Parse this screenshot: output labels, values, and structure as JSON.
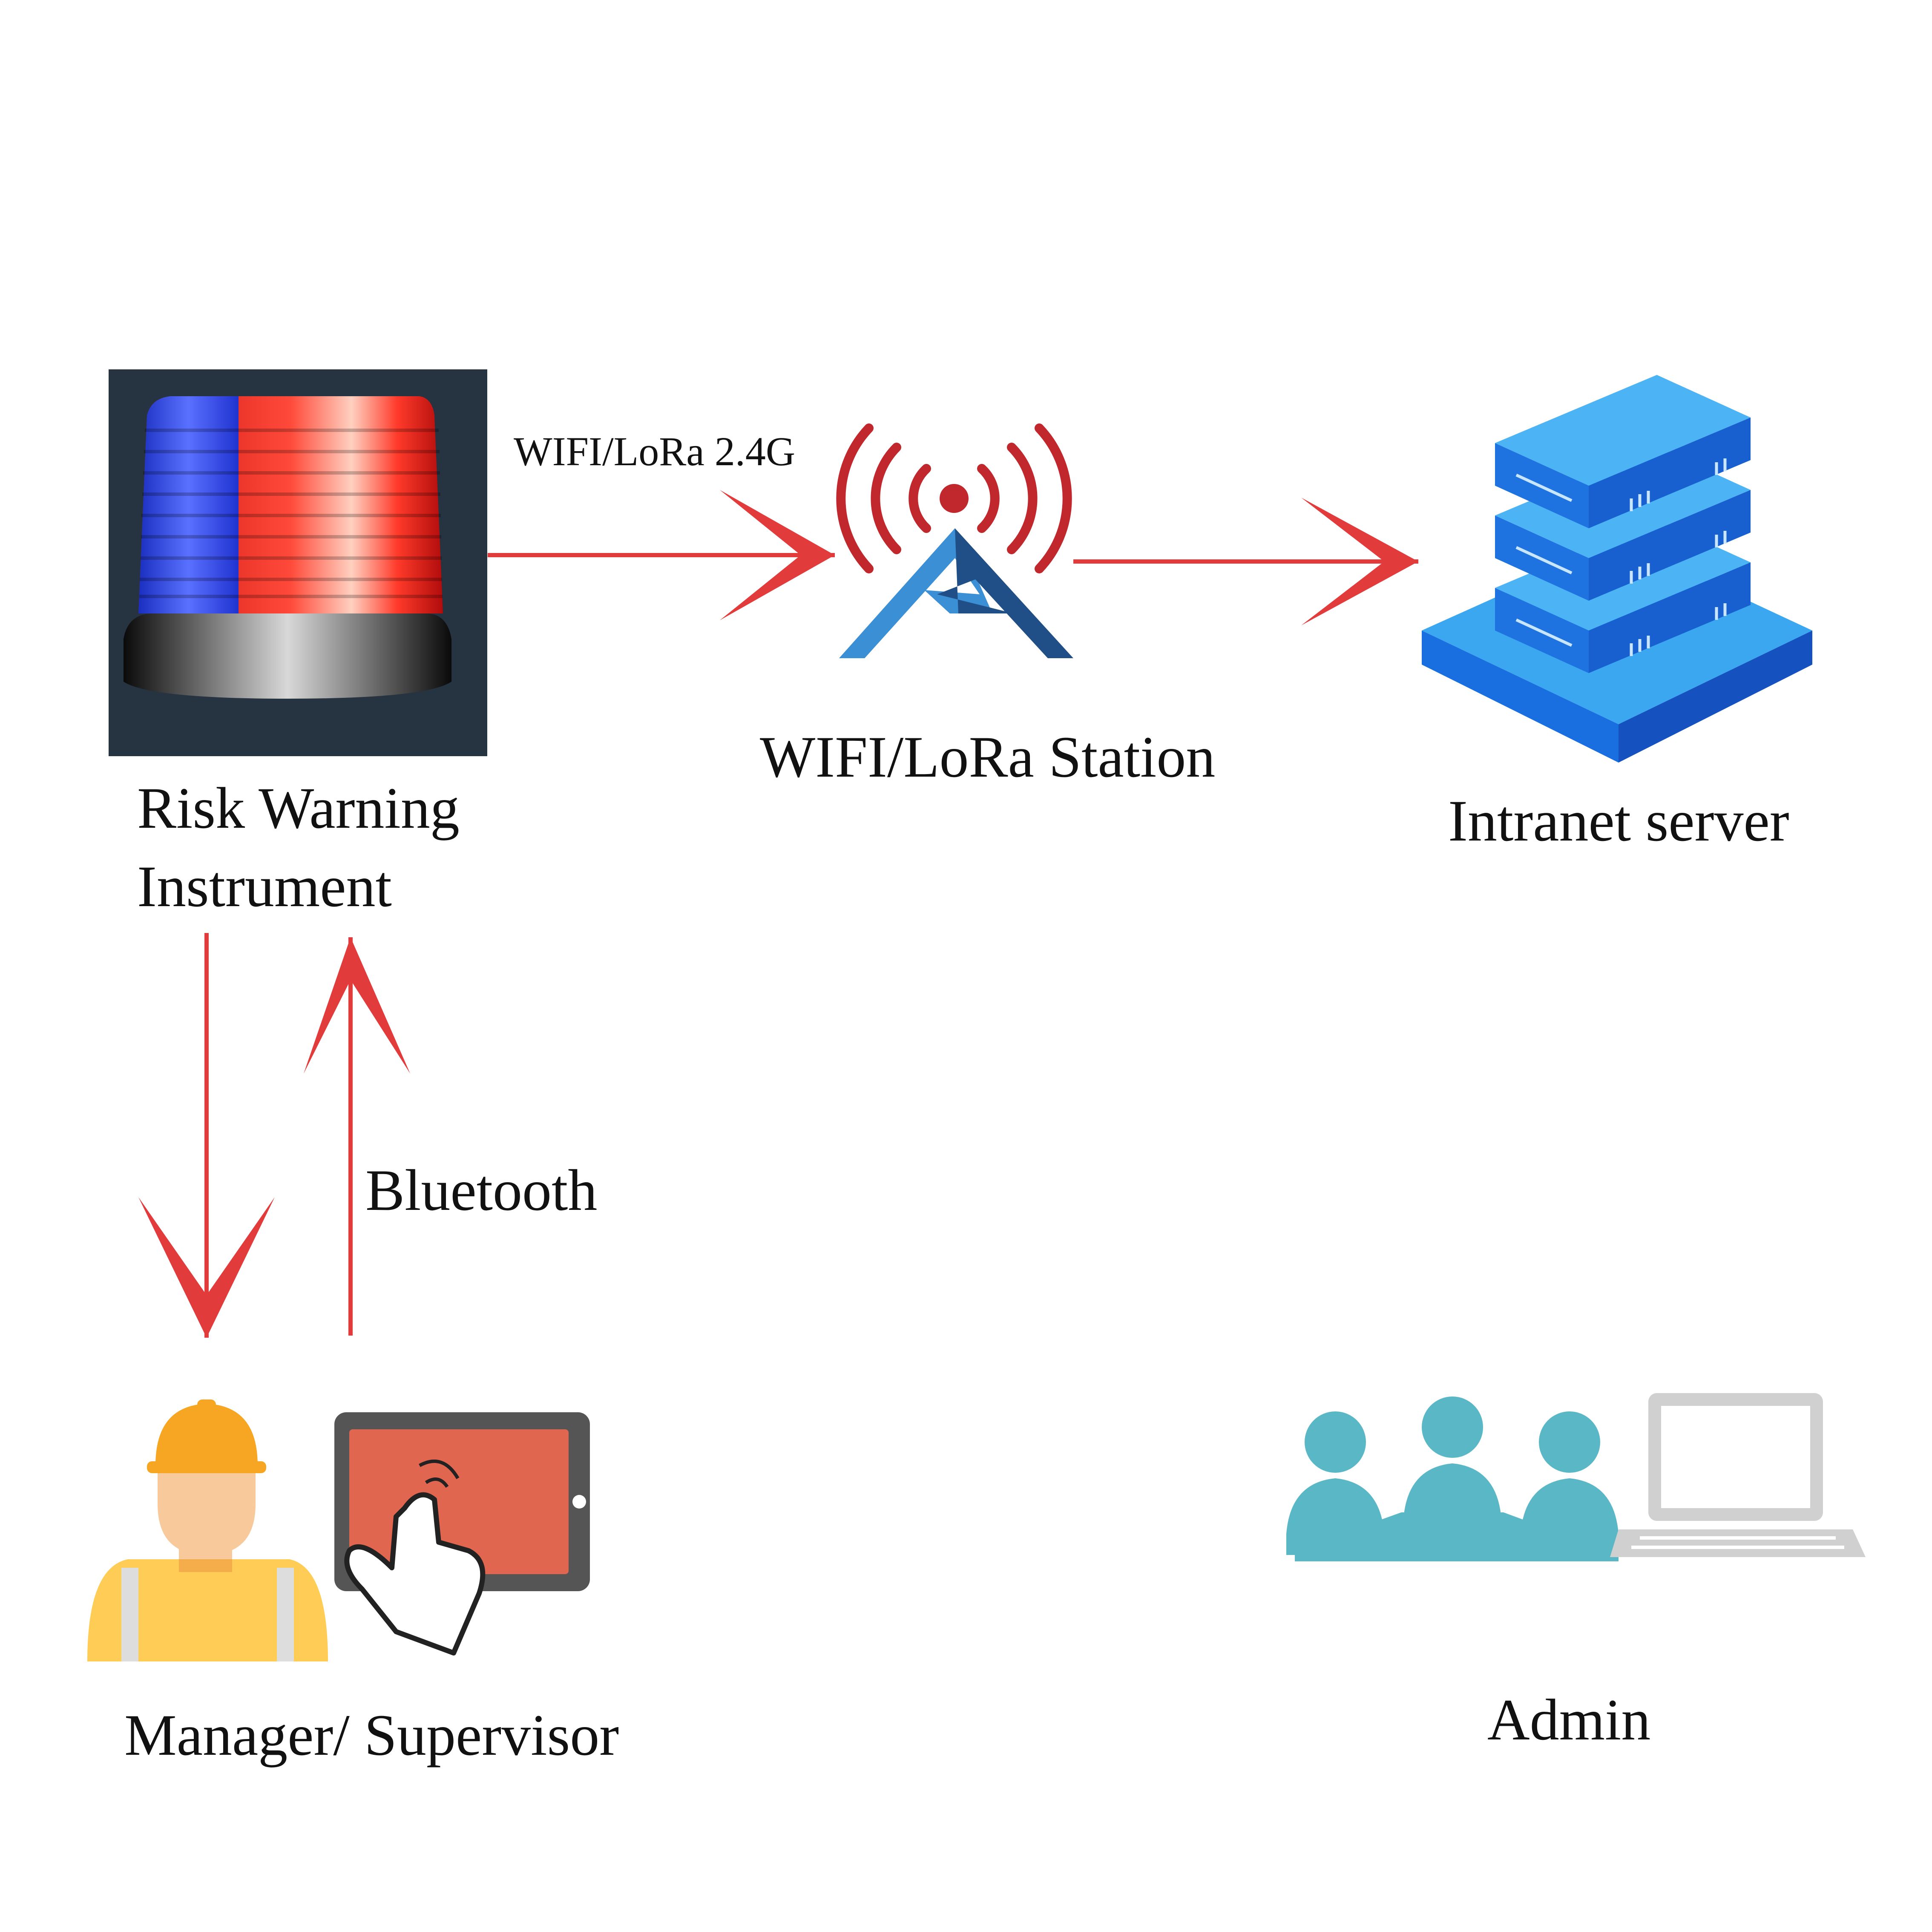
{
  "labels": {
    "risk_warning_line1": "Risk Warning",
    "risk_warning_line2": "Instrument",
    "wifi_band": "WIFI/LoRa 2.4G",
    "station": "WIFI/LoRa Station",
    "server": "Intranet server",
    "bluetooth": "Bluetooth",
    "manager": "Manager/ Supervisor",
    "admin": "Admin"
  },
  "icons": {
    "instrument": "warning-beacon-icon",
    "station": "antenna-tower-icon",
    "server": "server-stack-icon",
    "worker": "construction-worker-icon",
    "tablet": "tablet-touch-icon",
    "admins": "people-meeting-icon",
    "laptop": "laptop-icon"
  },
  "colors": {
    "arrow": "#e23b3b",
    "signal": "#c0282d",
    "tower_light": "#3b8fd4",
    "tower_dark": "#1f4f86",
    "server_top": "#3aa7f0",
    "server_side": "#1a6fe0",
    "people": "#5ab8c6",
    "laptop": "#d0d0d0",
    "beacon_frame": "#263340",
    "beacon_red": "#f02a22",
    "beacon_blue": "#2a3fe0",
    "tablet_screen": "#e06650",
    "tablet_frame": "#555555",
    "helmet": "#f6a623",
    "vest": "#ffcc55",
    "skin": "#f8c99b"
  }
}
